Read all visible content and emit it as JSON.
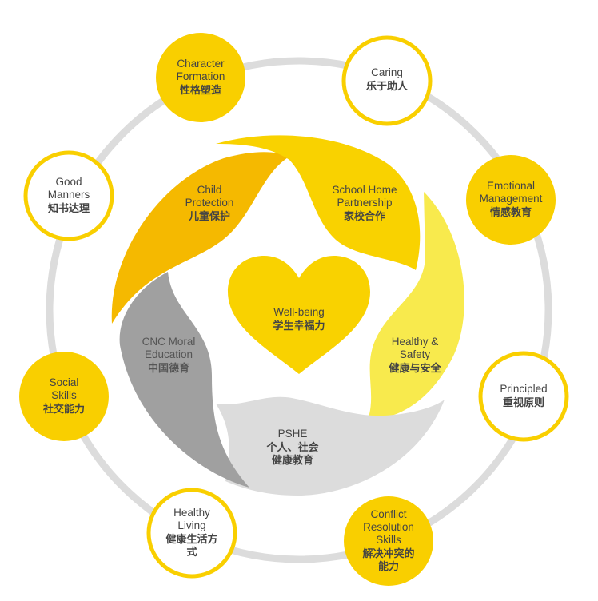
{
  "colors": {
    "ring": "#dcdcdc",
    "yellow": "#f9cf00",
    "dark_yellow": "#f5b900",
    "light_yellow": "#f8ea4d",
    "dark_grey": "#a0a0a0",
    "light_grey": "#dcdcdc",
    "text": "#444444"
  },
  "center": {
    "en": "Well-being",
    "zh": "学生幸福力"
  },
  "petals": [
    {
      "en": "Child Protection",
      "zh": "儿童保护"
    },
    {
      "en": "School Home Partnership",
      "zh": "家校合作"
    },
    {
      "en": "Healthy & Safety",
      "zh": "健康与安全"
    },
    {
      "en": "PSHE",
      "zh": "个人、社会健康教育"
    },
    {
      "en": "CNC Moral Education",
      "zh": "中国德育"
    }
  ],
  "outer": [
    {
      "en": "Character Formation",
      "zh": "性格塑造"
    },
    {
      "en": "Caring",
      "zh": "乐于助人"
    },
    {
      "en": "Good Manners",
      "zh": "知书达理"
    },
    {
      "en": "Emotional Management",
      "zh": "情感教育"
    },
    {
      "en": "Social Skills",
      "zh": "社交能力"
    },
    {
      "en": "Principled",
      "zh": "重视原则"
    },
    {
      "en": "Healthy Living",
      "zh": "健康生活方式"
    },
    {
      "en": "Conflict Resolution Skills",
      "zh": "解决冲突的能力"
    }
  ]
}
